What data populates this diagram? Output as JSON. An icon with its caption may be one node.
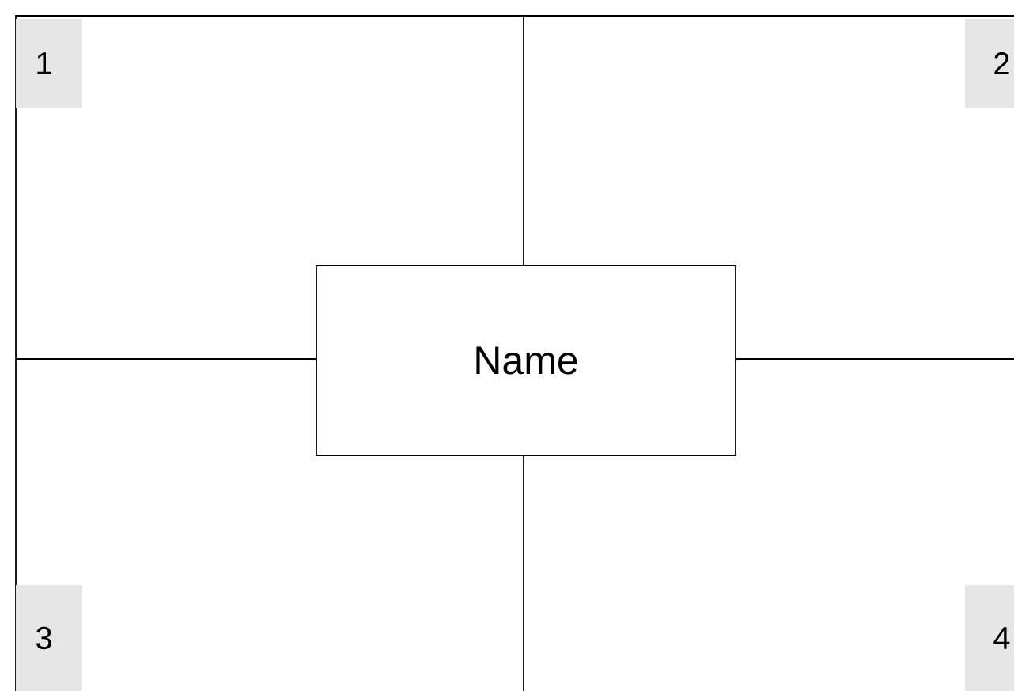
{
  "diagram": {
    "nodes": [
      {
        "text": [
          "1"
        ]
      },
      {
        "text": [
          "2"
        ]
      },
      {
        "text": [
          "3"
        ]
      },
      {
        "text": [
          "4"
        ]
      },
      {
        "text": [
          "Name"
        ]
      }
    ]
  }
}
